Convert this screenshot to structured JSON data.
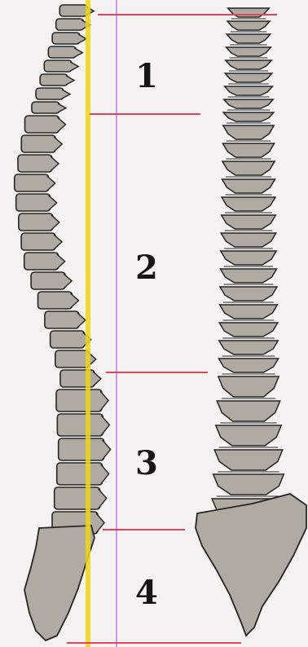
{
  "diagram": {
    "regions": [
      {
        "number": "1"
      },
      {
        "number": "2"
      },
      {
        "number": "3"
      },
      {
        "number": "4"
      }
    ]
  },
  "colors": {
    "background": "#f4f3f1",
    "vertebra_fill": "#b1aaa3",
    "vertebra_outline": "#2a2522",
    "divider_line": "#e2445c",
    "axis_line_yellow": "#f2d60d",
    "guide_line_violet": "#c37be0",
    "region_number": "#151515"
  },
  "views": [
    "lateral",
    "anterior"
  ]
}
